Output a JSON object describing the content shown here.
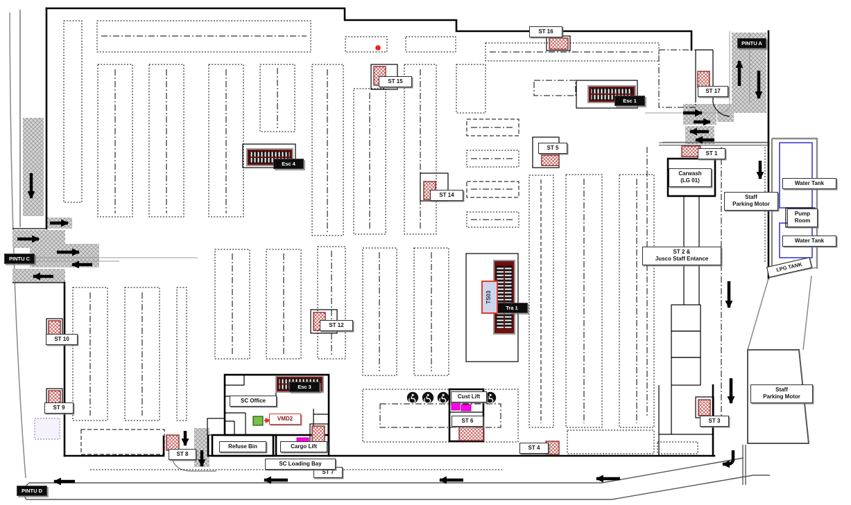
{
  "labels": {
    "pintu_a": "PINTU A",
    "pintu_c": "PINTU C",
    "pintu_d": "PINTU D",
    "st1": "ST 1",
    "st2_jusco": "ST  2 &\nJusco Staff Entance",
    "st3": "ST 3",
    "st4": "ST 4",
    "st5": "ST 5",
    "st6": "ST 6",
    "st7": "ST 7",
    "st8": "ST 8",
    "st9": "ST 9",
    "st10": "ST 10",
    "st12": "ST 12",
    "st14": "ST 14",
    "st15": "ST 15",
    "st16": "ST 16",
    "st17": "ST 17",
    "esc1": "Esc 1",
    "esc3": "Esc 3",
    "esc4": "Esc 4",
    "tra1": "Tra 1",
    "ts03": "TS03",
    "carwash": "Carwash\n(LG 01)",
    "water_tank_upper": "Water Tank",
    "water_tank_lower": "Water Tank",
    "pump_room": "Pump\nRoom",
    "lpg_tank": "LPG TANK",
    "staff_parking_motor_right": "Staff\nParking Motor",
    "staff_parking_motor_bottom": "Staff\nParking Motor",
    "sc_office": "SC Office",
    "refuse_bin": "Refuse Bin",
    "cargo_lift": "Cargo Lift",
    "sc_loading_bay": "SC Loading Bay",
    "cust_lift": "Cust Lift",
    "vmd2": "VMD2"
  },
  "colors": {
    "escalator_red": "#70100f",
    "station_hatch_red": "#c0504d",
    "road_gray": "#d8d8d8",
    "lift_marker_magenta": "#ff00e8",
    "vmd2_marker_green": "#76c043",
    "ts03_fill_blue": "#ccd7eb",
    "ts03_border_red": "#e03a2f",
    "water_tank_blue": "#3b3bd8",
    "red_dot": "#e8251f"
  }
}
